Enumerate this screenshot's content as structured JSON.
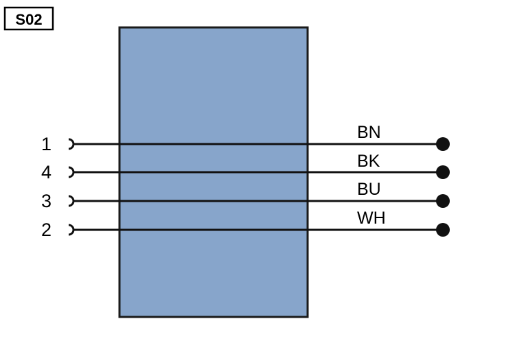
{
  "diagram_id": "S02",
  "body_color": "#87a5cb",
  "line_color": "#111111",
  "wires": [
    {
      "pin": "1",
      "color": "BN"
    },
    {
      "pin": "4",
      "color": "BK"
    },
    {
      "pin": "3",
      "color": "BU"
    },
    {
      "pin": "2",
      "color": "WH"
    }
  ]
}
